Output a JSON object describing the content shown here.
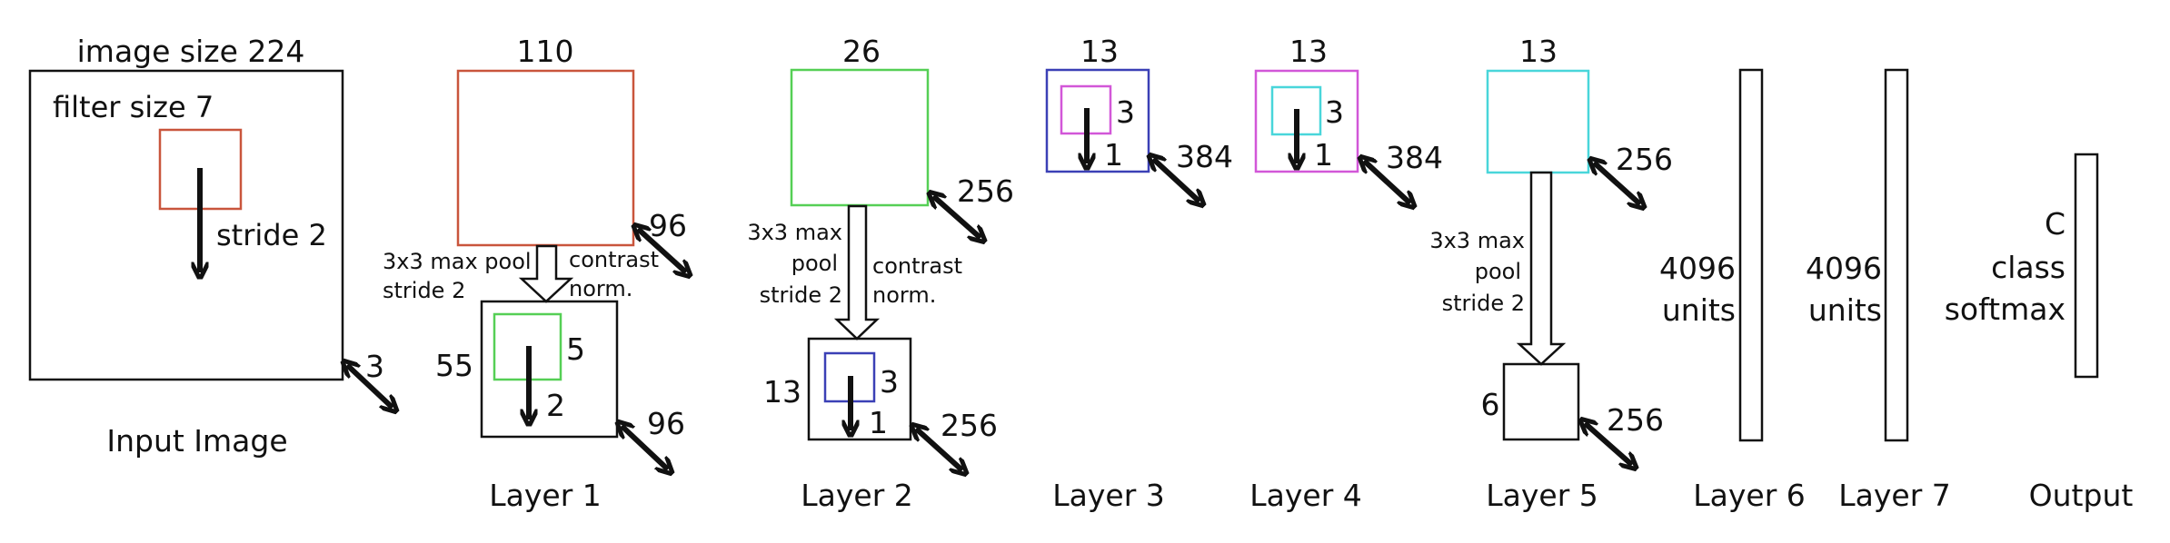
{
  "colors": {
    "red": "#c9553c",
    "green": "#55cf55",
    "blue": "#3b40b6",
    "magenta": "#d257d8",
    "cyan": "#49d6da",
    "black": "#111111"
  },
  "input": {
    "size_label": "image size 224",
    "filter_label": "filter size 7",
    "stride_label": "stride 2",
    "depth": "3",
    "title": "Input Image"
  },
  "layer1": {
    "size": "110",
    "depth_top": "96",
    "pool_line1": "3x3 max pool",
    "pool_line2": "stride 2",
    "norm_line1": "contrast",
    "norm_line2": "norm.",
    "pooled_size": "55",
    "filter": "5",
    "stride": "2",
    "depth_bottom": "96",
    "title": "Layer 1"
  },
  "layer2": {
    "size": "26",
    "depth_top": "256",
    "pool_line1": "3x3 max",
    "pool_line2": "pool",
    "pool_line3": "stride 2",
    "norm_line1": "contrast",
    "norm_line2": "norm.",
    "pooled_size": "13",
    "filter": "3",
    "stride": "1",
    "depth_bottom": "256",
    "title": "Layer 2"
  },
  "layer3": {
    "size": "13",
    "filter": "3",
    "stride": "1",
    "depth": "384",
    "title": "Layer 3"
  },
  "layer4": {
    "size": "13",
    "filter": "3",
    "stride": "1",
    "depth": "384",
    "title": "Layer 4"
  },
  "layer5": {
    "size": "13",
    "depth_top": "256",
    "pool_line1": "3x3 max",
    "pool_line2": "pool",
    "pool_line3": "stride 2",
    "pooled_size": "6",
    "depth_bottom": "256",
    "title": "Layer 5"
  },
  "layer6": {
    "units_line1": "4096",
    "units_line2": "units",
    "title": "Layer 6"
  },
  "layer7": {
    "units_line1": "4096",
    "units_line2": "units",
    "title": "Layer 7"
  },
  "output": {
    "line1": "C",
    "line2": "class",
    "line3": "softmax",
    "title": "Output"
  }
}
